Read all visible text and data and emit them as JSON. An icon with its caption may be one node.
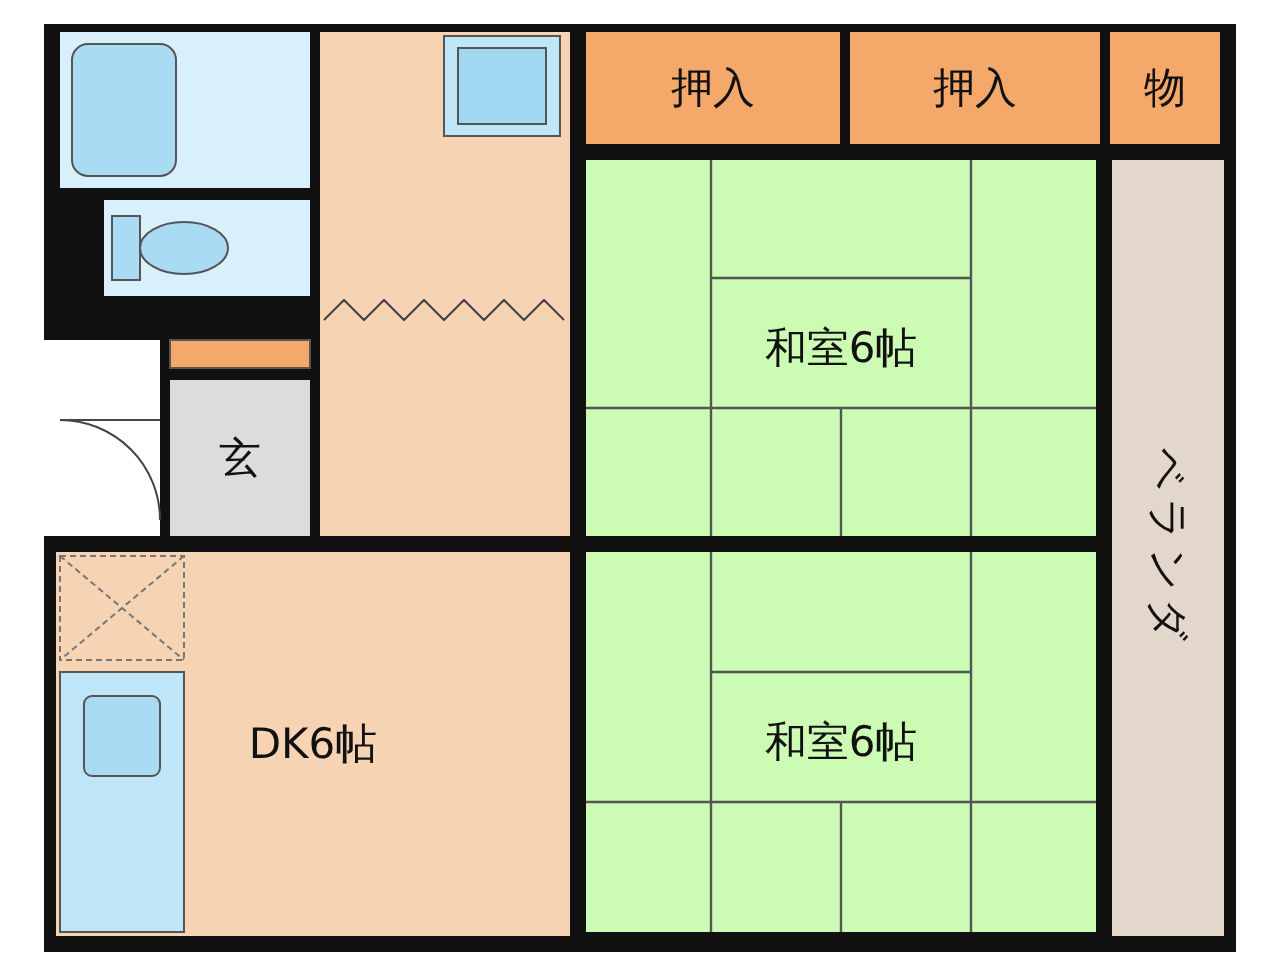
{
  "diagram": {
    "nodes": [
      {
        "text": [
          "押入"
        ]
      },
      {
        "text": [
          "押入"
        ]
      },
      {
        "text": [
          "物"
        ]
      },
      {
        "text": [
          "和室6帖"
        ]
      },
      {
        "text": [
          "ベランダ"
        ]
      },
      {
        "text": [
          "玄"
        ]
      },
      {
        "text": [
          "DK6帖"
        ]
      },
      {
        "text": [
          "和室6帖"
        ]
      }
    ]
  }
}
